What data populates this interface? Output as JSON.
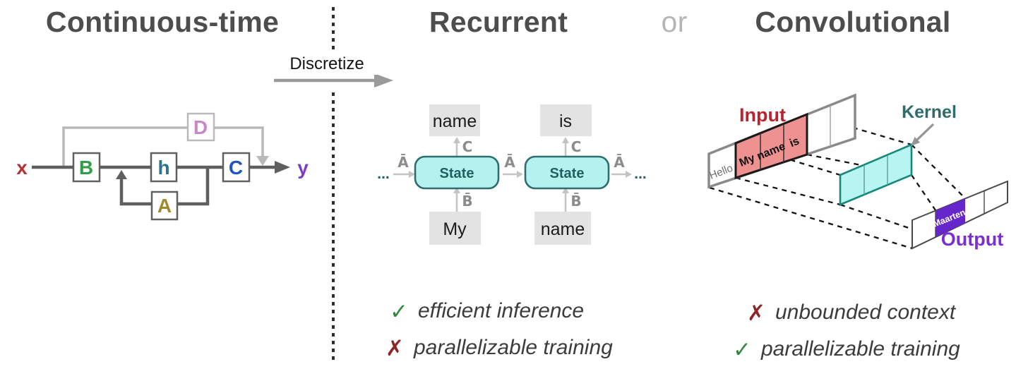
{
  "header": {
    "left_title": "Continuous-time",
    "middle_title": "Recurrent",
    "conjunction": "or",
    "right_title": "Convolutional",
    "discretize_label": "Discretize"
  },
  "continuous_diagram": {
    "input_label": "x",
    "output_label": "y",
    "block_b": "B",
    "block_h": "h",
    "block_c": "C",
    "block_a": "A",
    "block_d": "D",
    "colors": {
      "x": "#b43434",
      "y": "#7c3fc4",
      "b": "#2f9e44",
      "h": "#2e7485",
      "c": "#2153c2",
      "a": "#a08a2d",
      "d": "#c888c8",
      "line_dark": "#5f5f5f",
      "line_light": "#b9b9b9"
    }
  },
  "recurrent_diagram": {
    "state_label": "State",
    "top_tokens": [
      "name",
      "is"
    ],
    "bottom_tokens": [
      "My",
      "name"
    ],
    "transition_label": "Ā",
    "input_matrix_label": "B̄",
    "output_matrix_label": "C",
    "ellipsis": "...",
    "colors": {
      "state_fill": "#b4f1ef",
      "state_border": "#2d6e6e",
      "state_text": "#1f6060",
      "token_fill": "#e3e3e3",
      "label_gray": "#8c8c8c",
      "arrow_gray": "#c4c4c4"
    }
  },
  "conv_diagram": {
    "input_label": "Input",
    "kernel_label": "Kernel",
    "output_label": "Output",
    "input_tokens": [
      "Hello",
      "My",
      "name",
      "is"
    ],
    "output_token": "Maarten",
    "colors": {
      "input_label": "#b8232f",
      "window_fill": "#ee9191",
      "kernel_fill": "#b7f4f2",
      "kernel_border": "#17897a",
      "kernel_label": "#2e6b6b",
      "output_cell": "#6527cc",
      "output_label": "#7a2fd4"
    }
  },
  "evaluations": {
    "check_glyph": "✓",
    "cross_glyph": "✗",
    "recurrent": [
      {
        "mark": "✓",
        "type": "pro",
        "text": "efficient inference"
      },
      {
        "mark": "✗",
        "type": "con",
        "text": "parallelizable training"
      }
    ],
    "convolutional": [
      {
        "mark": "✗",
        "type": "con",
        "text": "unbounded context"
      },
      {
        "mark": "✓",
        "type": "pro",
        "text": "parallelizable training"
      }
    ]
  }
}
